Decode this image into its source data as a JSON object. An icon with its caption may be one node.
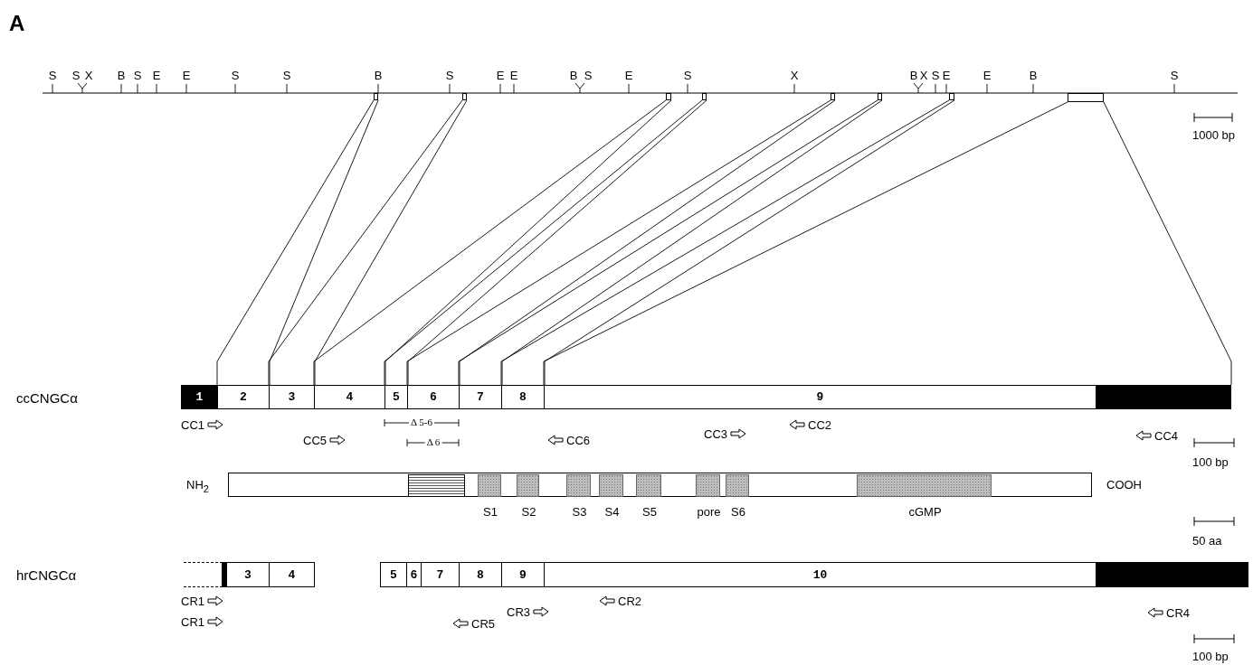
{
  "diagram": {
    "nodes": [
      {
        "text": [],
        "shape": "box"
      },
      {
        "text": [],
        "shape": "box"
      },
      {
        "text": [],
        "shape": "box"
      },
      {
        "text": [],
        "shape": "box"
      },
      {
        "text": [],
        "shape": "box"
      },
      {
        "text": [],
        "shape": "box"
      },
      {
        "text": [],
        "shape": "box"
      },
      {
        "text": [],
        "shape": "box"
      },
      {
        "text": [
          "1"
        ]
      },
      {
        "text": [
          "2"
        ]
      },
      {
        "text": [
          "3"
        ]
      },
      {
        "text": [
          "4"
        ]
      },
      {
        "text": [
          "5"
        ]
      },
      {
        "text": [
          "6"
        ]
      },
      {
        "text": [
          "7"
        ]
      },
      {
        "text": [
          "8"
        ]
      },
      {
        "text": [
          "9"
        ]
      },
      {
        "text": [],
        "shape": "box"
      },
      {
        "text": [],
        "shape": "box",
        "beside": [
          "NH$_{2}$",
          "COOH"
        ]
      },
      {
        "text": [],
        "shape": "box",
        "in": 18
      },
      {
        "text": [],
        "shape": "box",
        "in": 18,
        "beside": [
          "S1"
        ]
      },
      {
        "text": [],
        "shape": "box",
        "in": 18,
        "beside": [
          "S2"
        ]
      },
      {
        "text": [],
        "shape": "box",
        "in": 18,
        "beside": [
          "S3"
        ]
      },
      {
        "text": [],
        "shape": "box",
        "in": 18,
        "beside": [
          "S4"
        ]
      },
      {
        "text": [],
        "shape": "box",
        "in": 18,
        "beside": [
          "S5"
        ]
      },
      {
        "text": [],
        "shape": "box",
        "in": 18,
        "beside": [
          "pore"
        ]
      },
      {
        "text": [],
        "shape": "box",
        "in": 18,
        "beside": [
          "S6"
        ]
      },
      {
        "text": [],
        "shape": "box",
        "in": 18,
        "beside": [
          "cGMP"
        ]
      },
      {
        "text": [],
        "shape": "box"
      },
      {
        "text": [],
        "shape": "box"
      },
      {
        "text": [
          "3"
        ]
      },
      {
        "text": [
          "4"
        ]
      },
      {
        "text": [
          "5"
        ]
      },
      {
        "text": [
          "6"
        ]
      },
      {
        "text": [
          "7"
        ]
      },
      {
        "text": [
          "8"
        ]
      },
      {
        "text": [
          "9"
        ]
      },
      {
        "text": [
          "10"
        ]
      },
      {
        "text": [],
        "shape": "box"
      }
    ],
    "edges": [
      {
        "from": 0,
        "to": 9,
        "arrow": "none"
      },
      {
        "from": 0,
        "to": 9,
        "arrow": "none"
      },
      {
        "from": 1,
        "to": 10,
        "arrow": "none"
      },
      {
        "from": 1,
        "to": 10,
        "arrow": "none"
      },
      {
        "from": 2,
        "to": 11,
        "arrow": "none"
      },
      {
        "from": 2,
        "to": 11,
        "arrow": "none"
      },
      {
        "from": 3,
        "to": 12,
        "arrow": "none"
      },
      {
        "from": 3,
        "to": 12,
        "arrow": "none"
      },
      {
        "from": 4,
        "to": 13,
        "arrow": "none"
      },
      {
        "from": 4,
        "to": 13,
        "arrow": "none"
      },
      {
        "from": 5,
        "to": 14,
        "arrow": "none"
      },
      {
        "from": 5,
        "to": 14,
        "arrow": "none"
      },
      {
        "from": 6,
        "to": 15,
        "arrow": "none"
      },
      {
        "from": 6,
        "to": 15,
        "arrow": "none"
      },
      {
        "from": 7,
        "to": 16,
        "arrow": "none"
      },
      {
        "from": 7,
        "to": 17,
        "arrow": "none"
      }
    ],
    "labels": [
      "A",
      "S",
      "S",
      "X",
      "B",
      "S",
      "E",
      "E",
      "S",
      "S",
      "B",
      "S",
      "E",
      "E",
      "B",
      "S",
      "E",
      "S",
      "X",
      "B",
      "X",
      "S",
      "E",
      "E",
      "B",
      "S",
      "1000 bp",
      "ccCNGCα",
      "CC1",
      "CC5",
      "Δ 5-6",
      "Δ 6",
      "CC6",
      "CC3",
      "CC2",
      "CC4",
      "100 bp",
      "50 aa",
      "hrCNGCα",
      "CR1",
      "CR1",
      "CR3",
      "CR2",
      "CR5",
      "CR4",
      "100 bp"
    ]
  }
}
